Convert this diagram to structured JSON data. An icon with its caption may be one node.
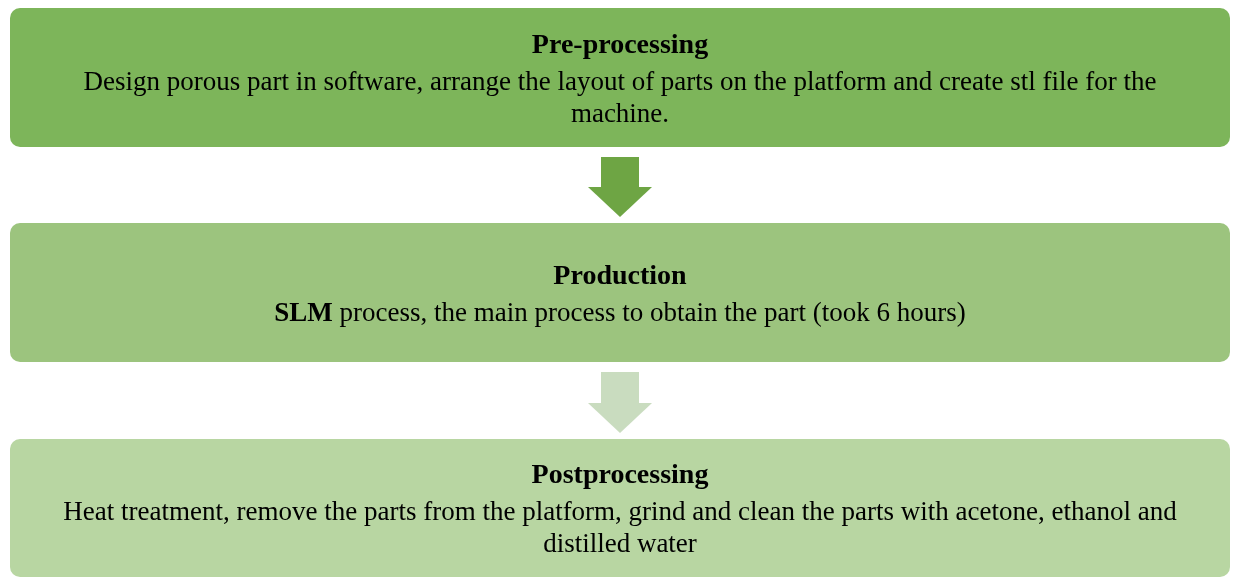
{
  "diagram": {
    "nodes": [
      {
        "text": [
          "Pre-processing",
          "Design porous part in software, arrange the layout of parts on the platform and create stl file for the machine."
        ]
      },
      {
        "text": [
          "Production",
          "**SLM** process, the main process to obtain the part (took 6 hours)"
        ]
      },
      {
        "text": [
          "Postprocessing",
          "Heat treatment, remove the parts from the platform, grind and clean the parts with acetone, ethanol and distilled water"
        ]
      }
    ],
    "edges": [
      {
        "from": 0,
        "to": 1,
        "arrow": "to",
        "color": "#6ea544"
      },
      {
        "from": 1,
        "to": 2,
        "arrow": "to",
        "color": "#c9dcbf"
      }
    ]
  }
}
